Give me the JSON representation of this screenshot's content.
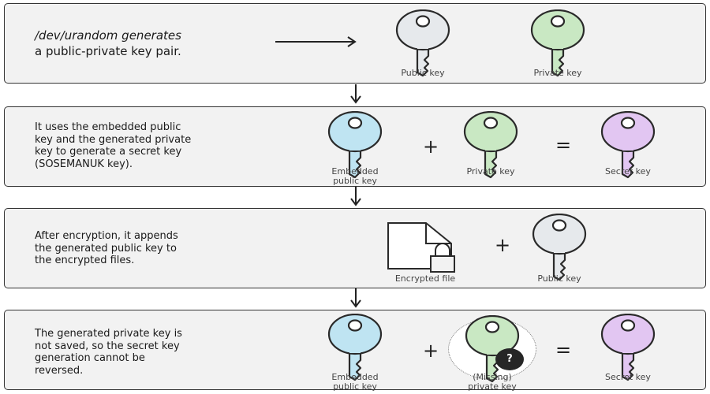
{
  "colors": {
    "panel_bg": "#f2f2f2",
    "outline": "#2a2a2a",
    "public_key": "#e6e9ec",
    "private_key": "#c9e8c3",
    "embedded_key": "#bfe4f2",
    "secret_key": "#e2c6f2"
  },
  "steps": [
    {
      "description_lines": [
        "/dev/urandom generates",
        "a public-private key pair."
      ],
      "keys": [
        {
          "label_lines": [
            "Public key"
          ],
          "color": "#e6e9ec",
          "icon": "key-icon"
        },
        {
          "label_lines": [
            "Private key"
          ],
          "color": "#c9e8c3",
          "icon": "key-icon"
        }
      ]
    },
    {
      "description_lines": [
        "It uses the embedded public",
        "key and the generated private",
        "key to generate a secret key",
        "(SOSEMANUK key)."
      ],
      "keys": [
        {
          "label_lines": [
            "Embedded",
            "public key"
          ],
          "color": "#bfe4f2",
          "icon": "key-icon"
        },
        {
          "label_lines": [
            "Private key"
          ],
          "color": "#c9e8c3",
          "icon": "key-icon"
        },
        {
          "label_lines": [
            "Secret key"
          ],
          "color": "#e2c6f2",
          "icon": "key-icon"
        }
      ],
      "operators": [
        "+",
        "="
      ]
    },
    {
      "description_lines": [
        "After encryption, it appends",
        "the generated public key to",
        "the encrypted files."
      ],
      "file": {
        "label": "Encrypted file",
        "icon": "locked-file-icon"
      },
      "keys": [
        {
          "label_lines": [
            "Public key"
          ],
          "color": "#e6e9ec",
          "icon": "key-icon"
        }
      ],
      "operators": [
        "+"
      ]
    },
    {
      "description_lines": [
        "The generated private key is",
        "not saved, so the secret key",
        "generation cannot be",
        "reversed."
      ],
      "keys": [
        {
          "label_lines": [
            "Embedded",
            "public key"
          ],
          "color": "#bfe4f2",
          "icon": "key-icon"
        },
        {
          "label_lines": [
            "(Missing)",
            "private key"
          ],
          "color": "#c9e8c3",
          "icon": "key-icon",
          "badge": "?"
        },
        {
          "label_lines": [
            "Secret key"
          ],
          "color": "#e2c6f2",
          "icon": "key-icon"
        }
      ],
      "operators": [
        "+",
        "="
      ]
    }
  ]
}
